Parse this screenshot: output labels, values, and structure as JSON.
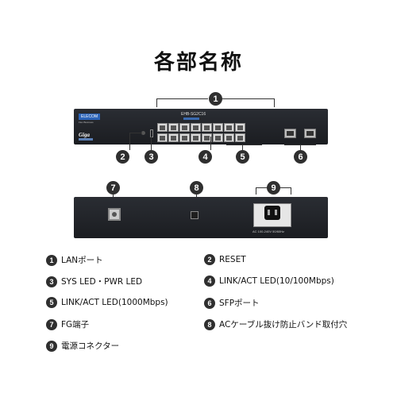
{
  "title": "各部名称",
  "front_panel": {
    "brand": "ELECOM",
    "tagline": "Flex Business",
    "series": "Giga",
    "model": "EHB-SG2C16"
  },
  "rear_panel": {
    "ac_label": "AC 100-240V 50/60Hz"
  },
  "callouts": [
    "1",
    "2",
    "3",
    "4",
    "5",
    "6",
    "7",
    "8",
    "9"
  ],
  "legend": [
    {
      "num": "1",
      "label": "LANポート"
    },
    {
      "num": "2",
      "label": "RESET"
    },
    {
      "num": "3",
      "label": "SYS LED・PWR LED"
    },
    {
      "num": "4",
      "label": "LINK/ACT LED(10/100Mbps)"
    },
    {
      "num": "5",
      "label": "LINK/ACT LED(1000Mbps)"
    },
    {
      "num": "6",
      "label": "SFPポート"
    },
    {
      "num": "7",
      "label": "FG端子"
    },
    {
      "num": "8",
      "label": "ACケーブル抜け防止バンド取付穴"
    },
    {
      "num": "9",
      "label": "電源コネクター"
    }
  ]
}
